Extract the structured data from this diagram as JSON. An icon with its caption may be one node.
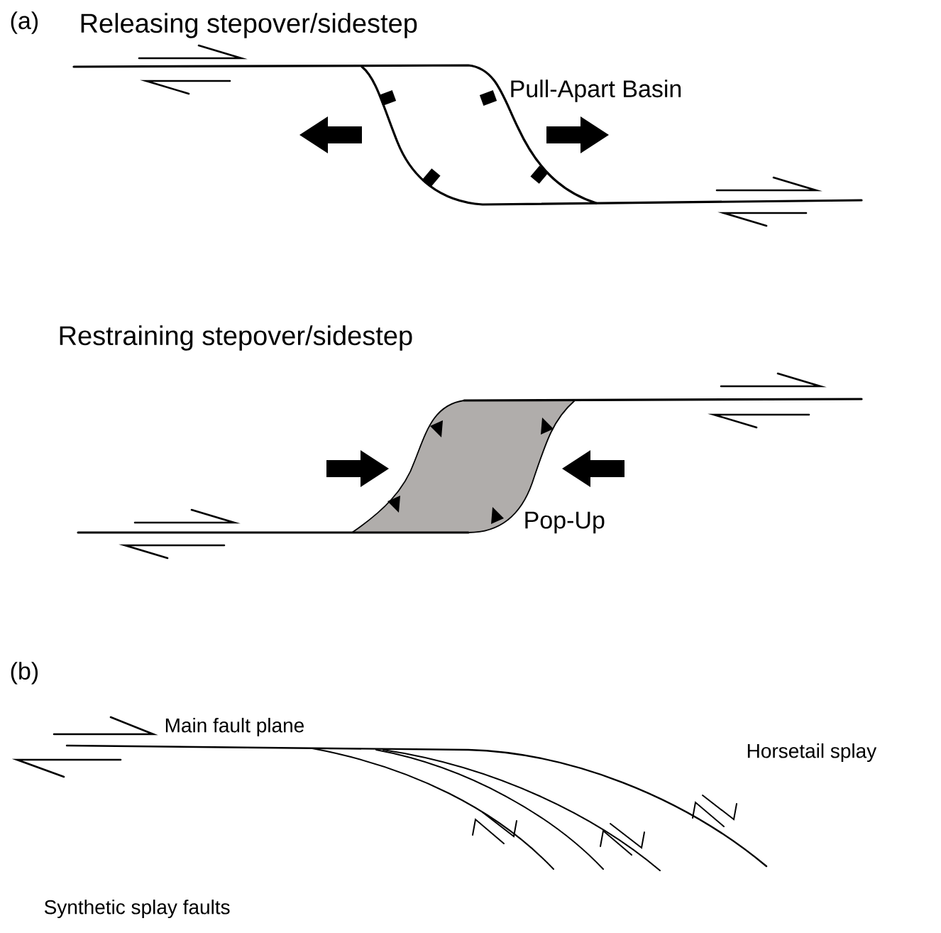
{
  "diagram": {
    "labels": [
      "(a)",
      "Releasing stepover/sidestep",
      "Pull-Apart Basin",
      "Restraining stepover/sidestep",
      "Pop-Up",
      "(b)",
      "Main fault plane",
      "Horsetail splay",
      "Synthetic splay faults"
    ]
  }
}
